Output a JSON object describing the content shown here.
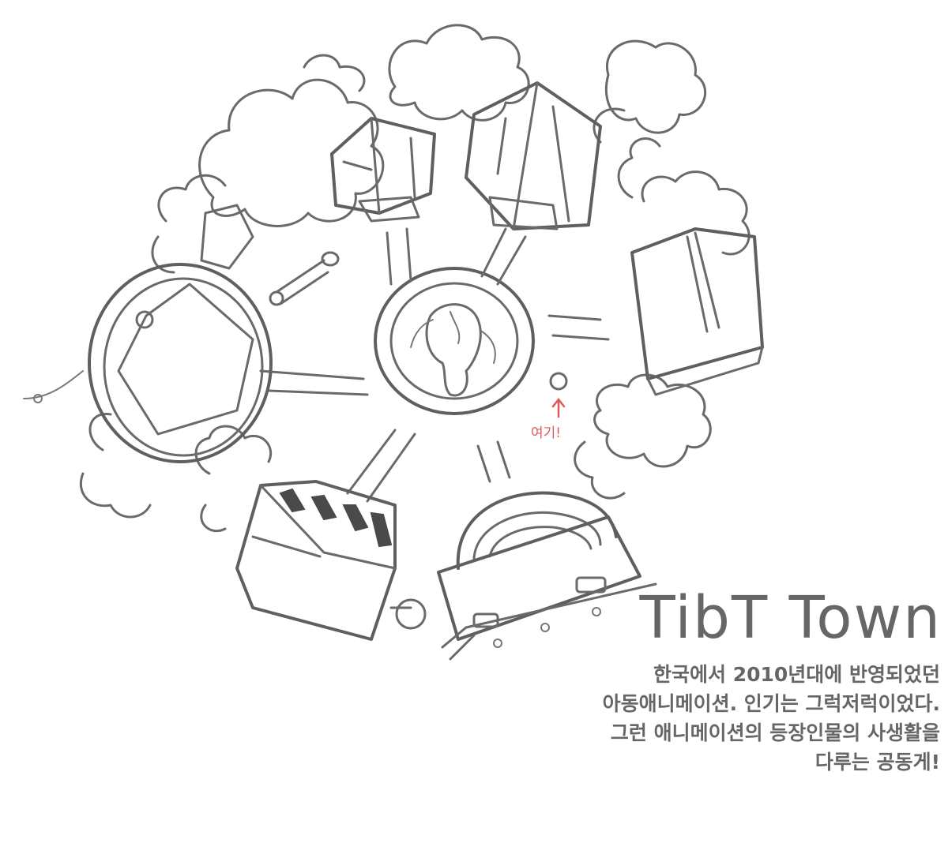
{
  "title": "TibT Town",
  "marker_label": "여기!",
  "description": [
    "한국에서 2010년대에 반영되었던",
    "아동애니메이션. 인기는 그럭저럭이었다.",
    "그런 애니메이션의 등장인물의 사생활을",
    "다루는 공동게!"
  ],
  "colors": {
    "ink": "#5f5f5f",
    "accent": "#e25757"
  }
}
